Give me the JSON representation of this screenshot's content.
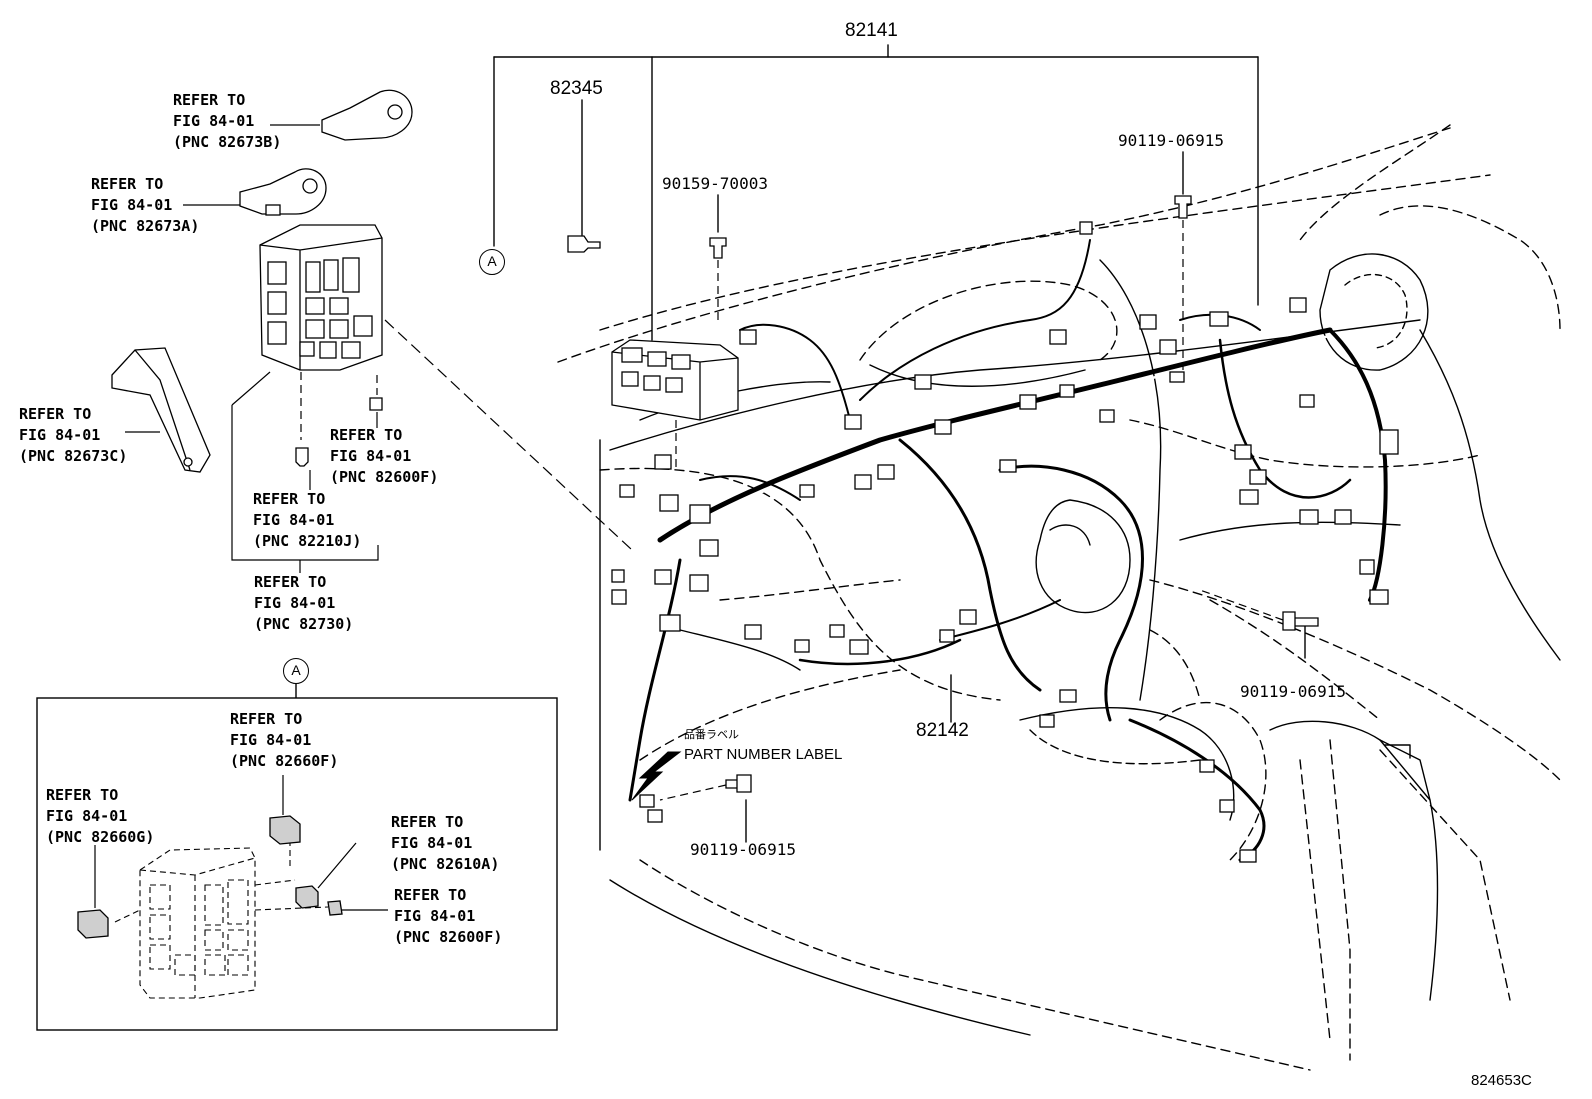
{
  "diagram": {
    "part_numbers": {
      "main_harness": "82141",
      "sub_part_82345": "82345",
      "sub_harness": "82142",
      "bolt_left": "90159-70003",
      "bolt_top_right": "90119-06915",
      "bolt_right": "90119-06915",
      "bolt_bottom": "90119-06915"
    },
    "refer_labels": {
      "r_82673b": "REFER TO\nFIG 84-01\n(PNC 82673B)",
      "r_82673a": "REFER TO\nFIG 84-01\n(PNC 82673A)",
      "r_82673c": "REFER TO\nFIG 84-01\n(PNC 82673C)",
      "r_82600f_top": "REFER TO\nFIG 84-01\n(PNC 82600F)",
      "r_82210j": "REFER TO\nFIG 84-01\n(PNC 82210J)",
      "r_82730": "REFER TO\nFIG 84-01\n(PNC 82730)",
      "r_82660f": "REFER TO\nFIG 84-01\n(PNC 82660F)",
      "r_82660g": "REFER TO\nFIG 84-01\n(PNC 82660G)",
      "r_82610a": "REFER TO\nFIG 84-01\n(PNC 82610A)",
      "r_82600f_bottom": "REFER TO\nFIG 84-01\n(PNC 82600F)"
    },
    "callout_letter": "A",
    "part_number_label_jp": "品番ラベル",
    "part_number_label_en": "PART NUMBER LABEL",
    "figure_id": "824653C"
  }
}
